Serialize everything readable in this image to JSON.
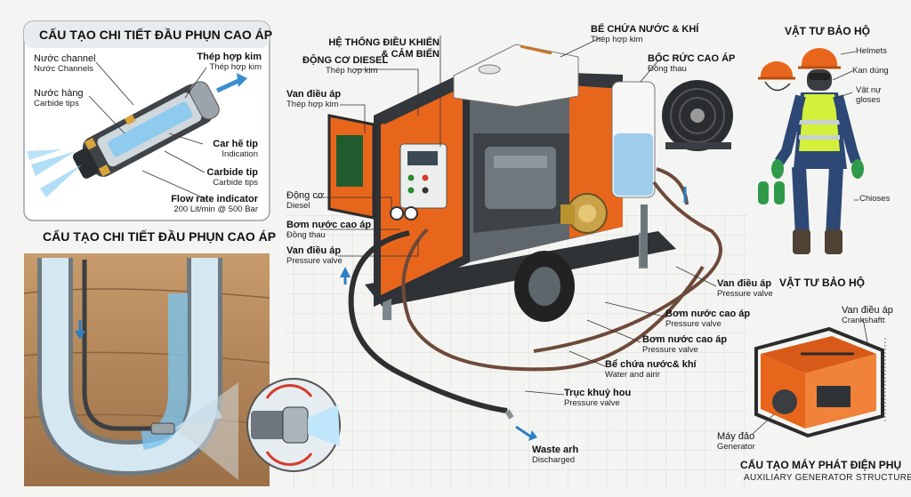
{
  "nozzle_panel": {
    "title": "CẤU TẠO CHI TIẾT ĐẦU PHỤN CAO ÁP",
    "left_labels": [
      {
        "title": "Nước channel",
        "sub": "Nước Channels"
      },
      {
        "title": "Nước hàng",
        "sub": "Carbide tips"
      }
    ],
    "right_labels": [
      {
        "title": "Thép hợp kim",
        "sub": "Thép hợp kim"
      },
      {
        "title": "Car hẽ tip",
        "sub": "Indication"
      },
      {
        "title": "Carbide tip",
        "sub": "Carbide tips"
      },
      {
        "title": "Flow rate indicator",
        "sub": "200 Lit/min @ 500 Bar"
      }
    ]
  },
  "pipe_section": {
    "title": "CẤU TẠO CHI TIẾT ĐẦU PHỤN CAO ÁP"
  },
  "machine_labels": {
    "control": {
      "title": "HỆ THỐNG ĐIỀU KHIỂN\n& CẢM BIẾN"
    },
    "engine": {
      "title": "ĐỘNG CƠ DIESEL",
      "sub": "Thép hợp kim"
    },
    "valve_top": {
      "title": "Van điều áp",
      "sub": "Thép hợp kim"
    },
    "tank": {
      "title": "BỂ CHỨA NƯỚC & KHÍ",
      "sub": "Thép hợp kim"
    },
    "reel": {
      "title": "BỐC RỨC CAO ÁP",
      "sub": "Đồng thau"
    },
    "engine2": {
      "title": "Động cơ",
      "sub": "Diesel"
    },
    "pump_left": {
      "title": "Bơm nước cao áp",
      "sub": "Đồng thau"
    },
    "valve_left": {
      "title": "Van điều áp",
      "sub": "Pressure valve"
    },
    "valve_right": {
      "title": "Van điều áp",
      "sub": "Pressure valve"
    },
    "pump_r1": {
      "title": "Bơm nước cao áp",
      "sub": "Pressure valve"
    },
    "pump_r2": {
      "title": "Bơm nước cao áp",
      "sub": "Pressure valve"
    },
    "tank2": {
      "title": "Bể chứa nước& khí",
      "sub": "Water and airir"
    },
    "shaft": {
      "title": "Trục khuỷ hou",
      "sub": "Pressure valve"
    },
    "waste": {
      "title": "Waste arh",
      "sub": "Discharged"
    }
  },
  "ppe": {
    "title_top": "VẬT TƯ BẢO HỘ",
    "title_bottom": "VẬT TƯ BẢO HỘ",
    "labels": [
      "Helmets",
      "Kan dúng",
      "Vật nự\ngloses",
      "Chioses"
    ]
  },
  "generator": {
    "label_valve": {
      "title": "Van điều áp",
      "sub": "Crankshaftt"
    },
    "label_main": {
      "title": "Máy đảo",
      "sub": "Generator"
    },
    "title": "CẤU TẠO MÁY PHÁT ĐIỆN PHỤ",
    "subtitle": "AUXILIARY GENERATOR STRUCTURE"
  },
  "colors": {
    "accent": "#e8661c",
    "water": "#4aa8e0",
    "frame": "#2b2b2b",
    "soil": "#b48a5e"
  }
}
